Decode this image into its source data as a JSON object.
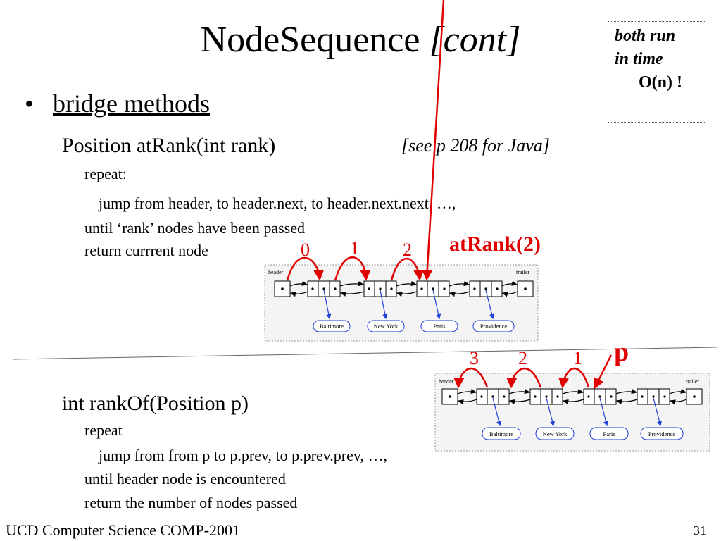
{
  "title": {
    "main": "NodeSequence",
    "cont": "[cont]"
  },
  "note": {
    "line1": "both run",
    "line2": "in time",
    "line3": "O(n)  !"
  },
  "bullet": {
    "symbol": "•",
    "text": "bridge methods"
  },
  "atRank": {
    "signature": "Position atRank(int rank)",
    "java_ref": "[see p 208 for Java]",
    "lines": [
      "repeat:",
      "jump from header, to header.next, to header.next.next, …,",
      "until ‘rank’ nodes have been passed",
      "return currrent node"
    ]
  },
  "rankOf": {
    "signature": "int rankOf(Position p)",
    "lines": [
      "repeat",
      "jump from from p to p.prev, to p.prev.prev, …,",
      "until header node is encountered",
      "return the number of nodes passed"
    ]
  },
  "diagram1": {
    "label": "atRank(2)",
    "counts": [
      "0",
      "1",
      "2"
    ],
    "header_caption": "header",
    "trailer_caption": "trailer",
    "cities": [
      "Baltimore",
      "New York",
      "Paris",
      "Providence"
    ]
  },
  "diagram2": {
    "label": "p",
    "counts": [
      "3",
      "2",
      "1"
    ],
    "header_caption": "header",
    "trailer_caption": "trailer",
    "cities": [
      "Baltimore",
      "New York",
      "Paris",
      "Providence"
    ]
  },
  "footer": {
    "course": "UCD Computer Science COMP-2001",
    "page": "31"
  },
  "colors": {
    "annotation": "#e00000",
    "link_arrow": "#1f3fd6",
    "box_border": "#555555"
  }
}
